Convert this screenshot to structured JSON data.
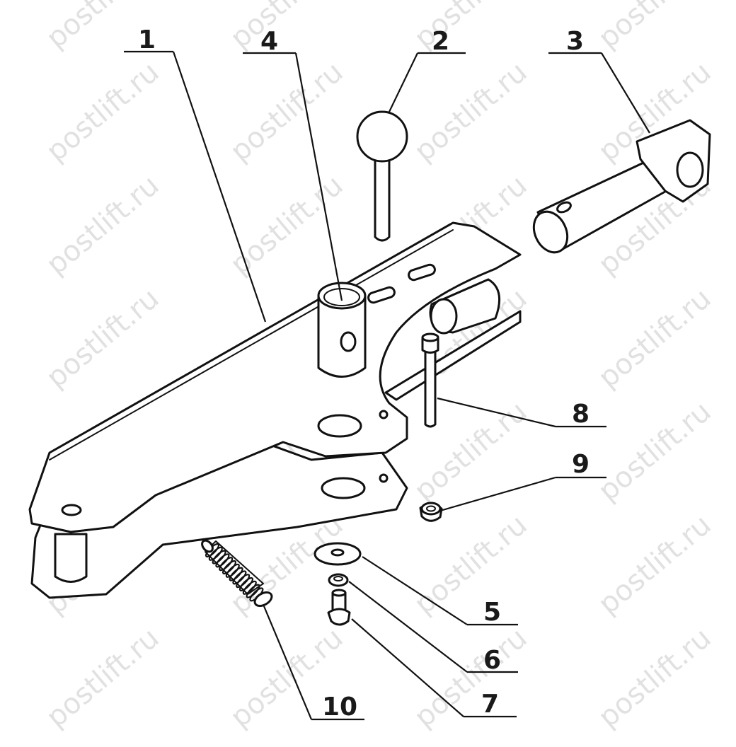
{
  "watermark": {
    "text": "postlift.ru"
  },
  "callouts": [
    {
      "id": "1",
      "label": "1"
    },
    {
      "id": "2",
      "label": "2"
    },
    {
      "id": "3",
      "label": "3"
    },
    {
      "id": "4",
      "label": "4"
    },
    {
      "id": "5",
      "label": "5"
    },
    {
      "id": "6",
      "label": "6"
    },
    {
      "id": "7",
      "label": "7"
    },
    {
      "id": "8",
      "label": "8"
    },
    {
      "id": "9",
      "label": "9"
    },
    {
      "id": "10",
      "label": "10"
    }
  ],
  "colors": {
    "line": "#111111",
    "watermark": "#c9c9c9",
    "background": "#ffffff"
  }
}
